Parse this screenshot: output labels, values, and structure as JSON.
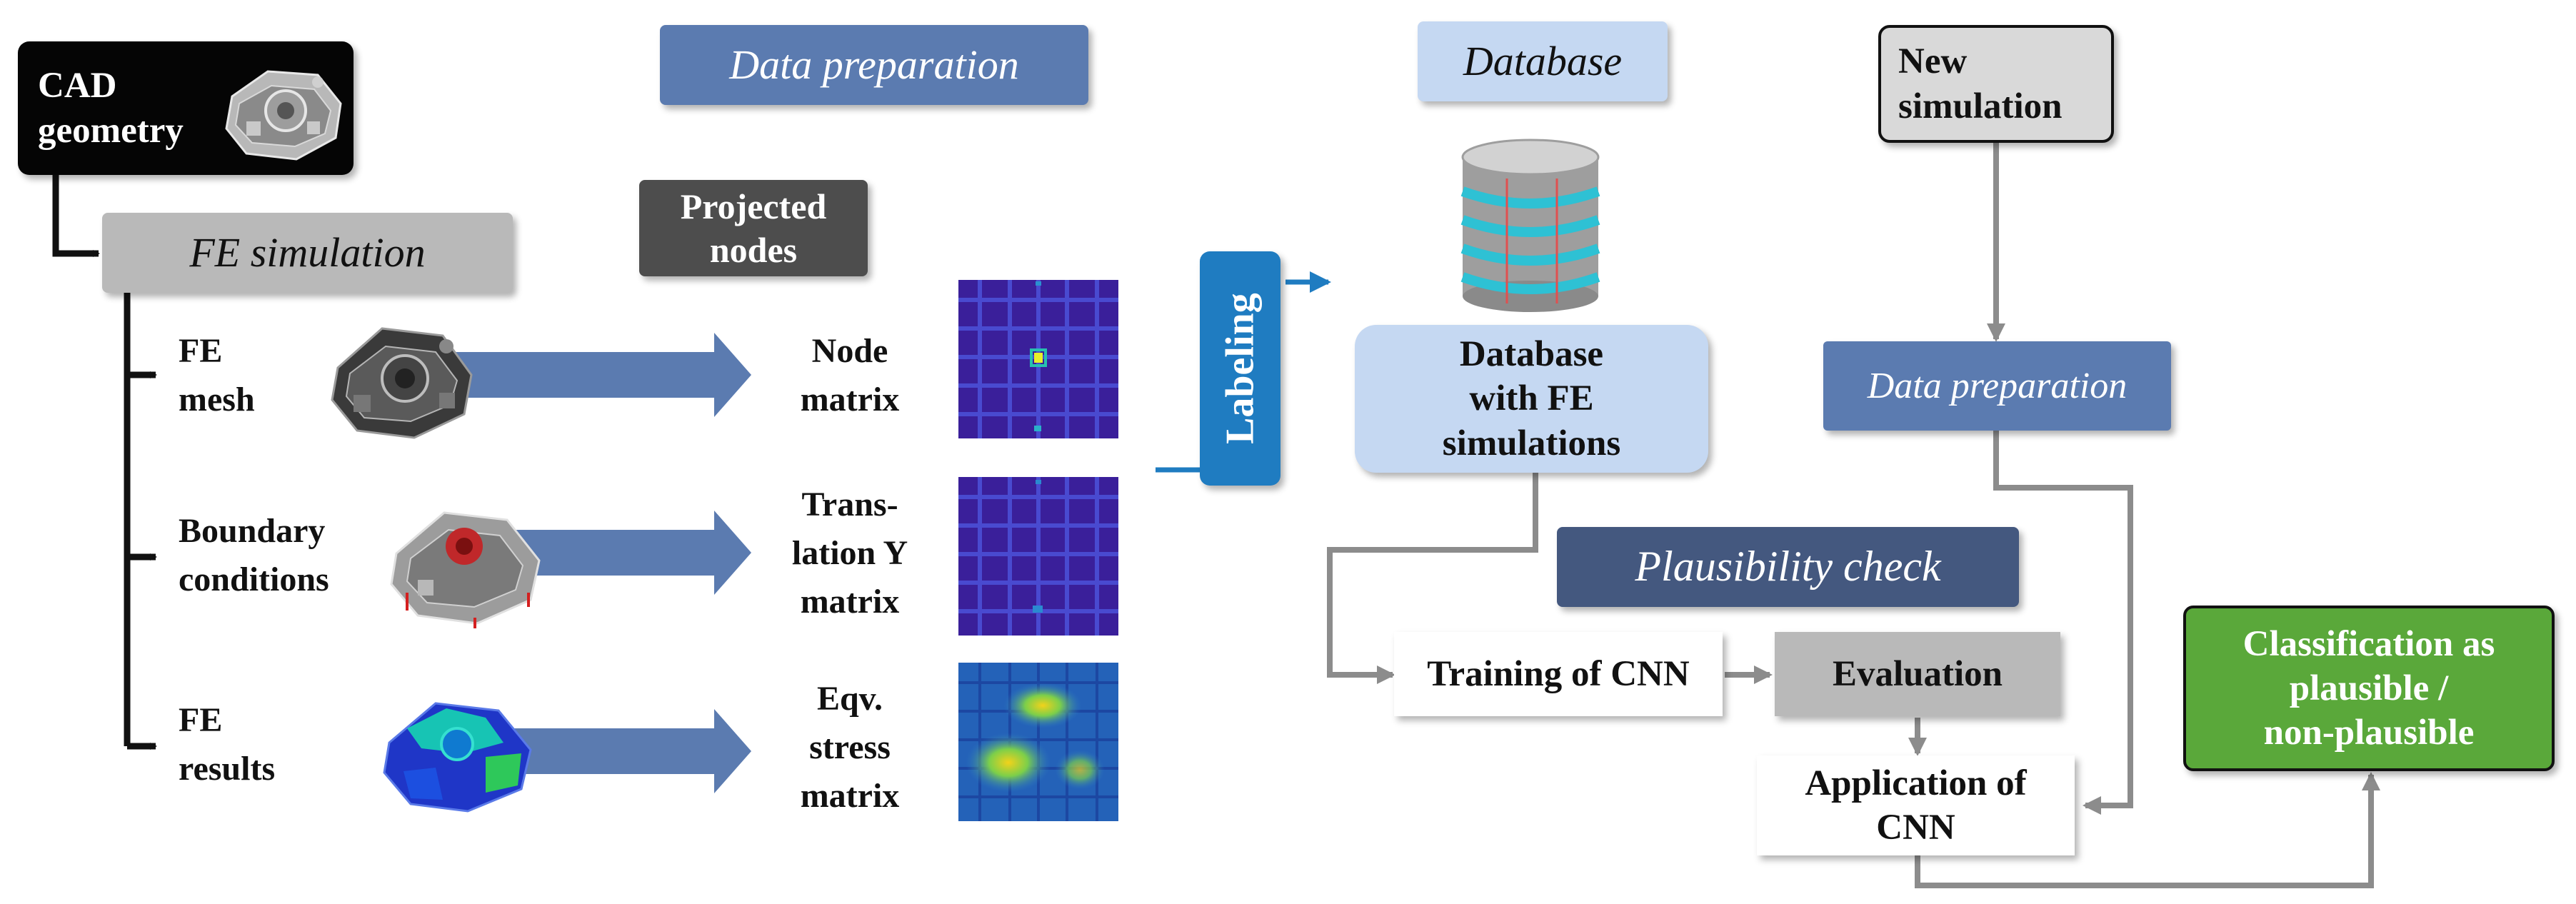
{
  "colors": {
    "dark_box": "#050505",
    "gray_box": "#b9b9b9",
    "dark_gray_box": "#4d4d4d",
    "steel_blue": "#5b7bb0",
    "navy_box": "#44587f",
    "light_blue": "#c5d8f2",
    "green": "#5aa83a",
    "labeling_blue": "#1f7cc1",
    "connector_gray": "#8c8c8c"
  },
  "cad": {
    "line1": "CAD",
    "line2": "geometry"
  },
  "fe_simulation": {
    "label": "FE simulation"
  },
  "data_preparation_header": {
    "label": "Data preparation"
  },
  "projected_nodes": {
    "line1": "Projected",
    "line2": "nodes"
  },
  "rows": [
    {
      "label_lines": [
        "FE",
        "mesh"
      ],
      "matrix_lines": [
        "Node",
        "matrix"
      ]
    },
    {
      "label_lines": [
        "Boundary",
        "conditions"
      ],
      "matrix_lines": [
        "Trans-",
        "lation Y",
        "matrix"
      ]
    },
    {
      "label_lines": [
        "FE",
        "results"
      ],
      "matrix_lines": [
        "Eqv.",
        "stress",
        "matrix"
      ]
    }
  ],
  "labeling": {
    "label": "Labeling"
  },
  "database_header": {
    "label": "Database"
  },
  "database_box": {
    "line1": "Database",
    "line2": "with FE",
    "line3": "simulations"
  },
  "new_simulation": {
    "line1": "New",
    "line2": "simulation"
  },
  "data_preparation_right": {
    "label": "Data preparation"
  },
  "plausibility_check": {
    "label": "Plausibility check"
  },
  "training": {
    "label": "Training of CNN"
  },
  "evaluation": {
    "label": "Evaluation"
  },
  "application": {
    "line1": "Application of",
    "line2": "CNN"
  },
  "classification": {
    "line1": "Classification as",
    "line2": "plausible /",
    "line3": "non-plausible"
  }
}
